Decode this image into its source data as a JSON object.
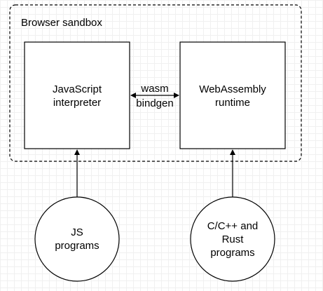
{
  "diagram": {
    "sandbox": {
      "label": "Browser sandbox"
    },
    "js_interpreter": {
      "line1": "JavaScript",
      "line2": "interpreter"
    },
    "wasm_runtime": {
      "line1": "WebAssembly",
      "line2": "runtime"
    },
    "bridge": {
      "line1": "wasm",
      "line2": "bindgen"
    },
    "js_programs": {
      "line1": "JS",
      "line2": "programs"
    },
    "native_programs": {
      "line1": "C/C++ and",
      "line2": "Rust",
      "line3": "programs"
    }
  },
  "colors": {
    "stroke": "#000000",
    "grid": "#f0f0f0",
    "background": "#ffffff"
  }
}
